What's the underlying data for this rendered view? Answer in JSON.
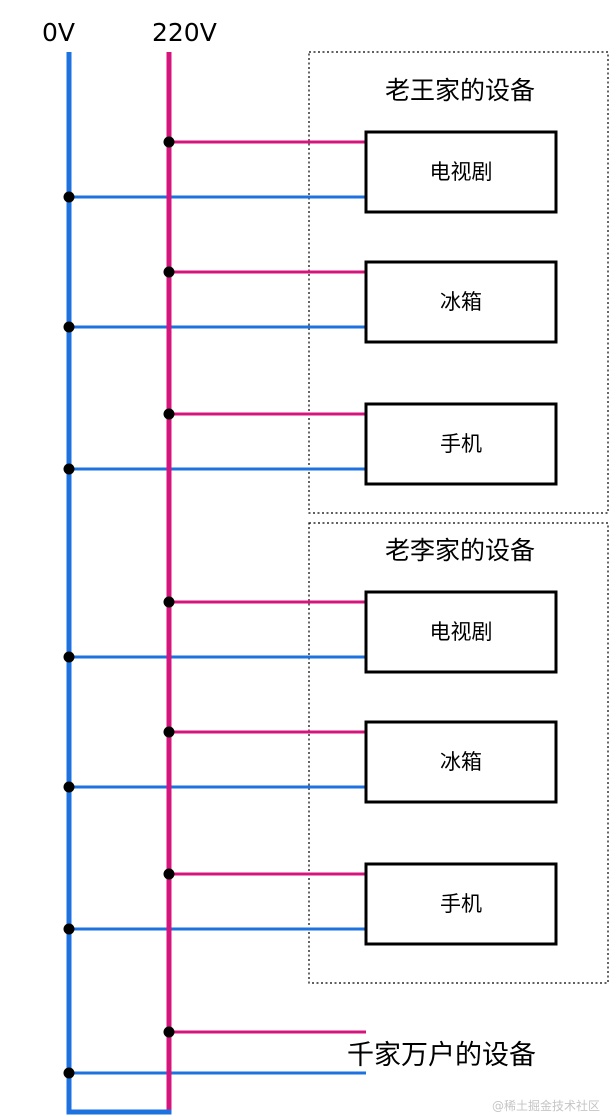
{
  "rails": {
    "neutral_label": "0V",
    "live_label": "220V",
    "neutral_color": "#1d72e0",
    "live_color": "#d6157c"
  },
  "groups": [
    {
      "title": "老王家的设备",
      "devices": [
        "电视剧",
        "冰箱",
        "手机"
      ]
    },
    {
      "title": "老李家的设备",
      "devices": [
        "电视剧",
        "冰箱",
        "手机"
      ]
    }
  ],
  "footer": {
    "label": "千家万户的设备"
  },
  "watermark": "@稀土掘金技术社区"
}
